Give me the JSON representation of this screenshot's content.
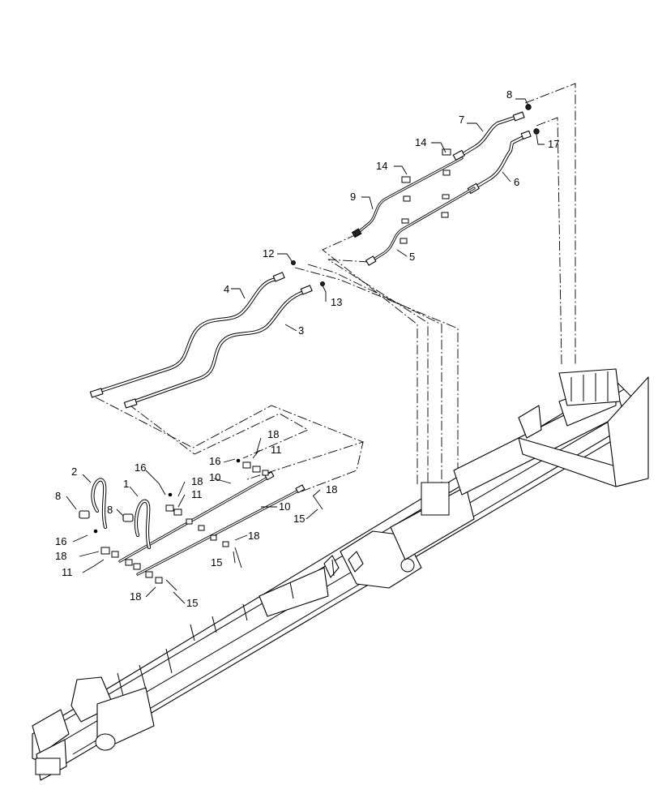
{
  "diagram": {
    "callouts": {
      "c1": "1",
      "c2": "2",
      "c3": "3",
      "c4": "4",
      "c5": "5",
      "c6": "6",
      "c7": "7",
      "c8a": "8",
      "c8b": "8",
      "c9": "9",
      "c10a": "10",
      "c10b": "10",
      "c11a": "11",
      "c11b": "11",
      "c11c": "11",
      "c12": "12",
      "c13": "13",
      "c14a": "14",
      "c14b": "14",
      "c15a": "15",
      "c15b": "15",
      "c15c": "15",
      "c16a": "16",
      "c16b": "16",
      "c16c": "16",
      "c17": "17",
      "c18a": "18",
      "c18b": "18",
      "c18c": "18",
      "c18d": "18",
      "c18e": "18",
      "c18f": "18"
    }
  }
}
